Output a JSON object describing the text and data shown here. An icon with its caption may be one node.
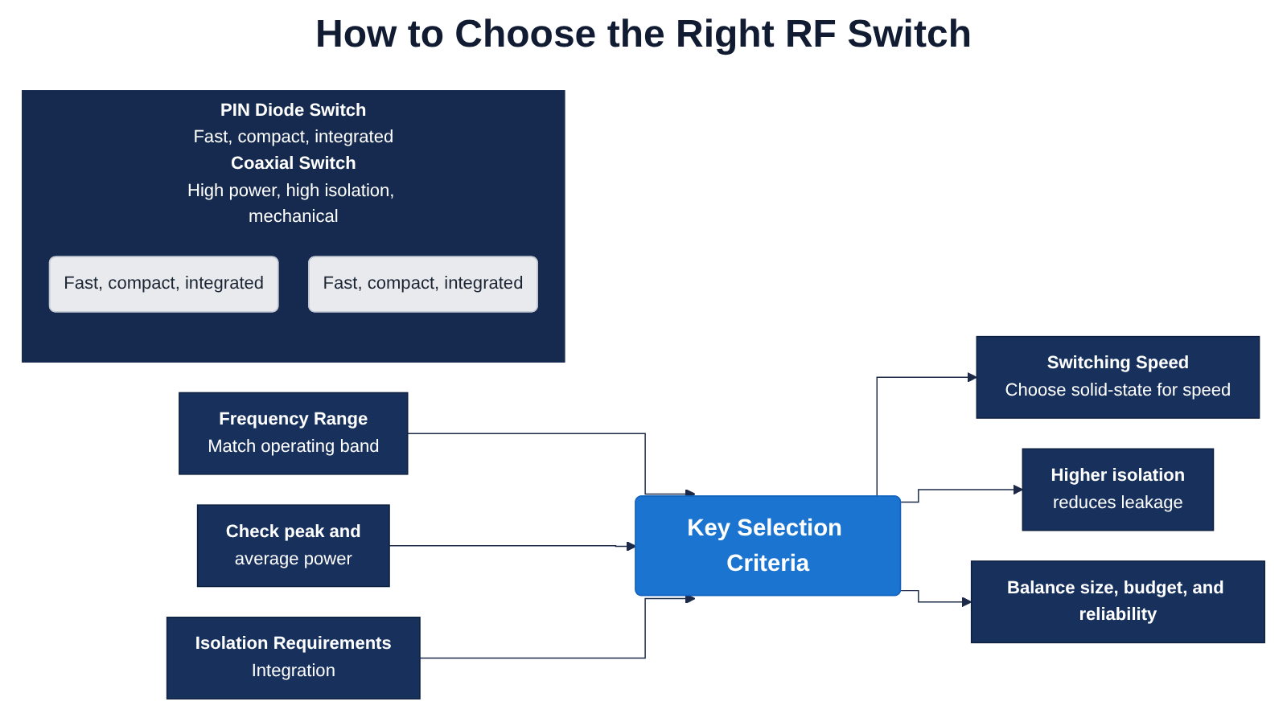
{
  "diagram": {
    "title": "How to Choose the Right RF Switch",
    "nodes": [
      {
        "text": [
          "Frequency Range",
          "Match operating band"
        ]
      },
      {
        "text": [
          "Check peak and",
          "average power"
        ]
      },
      {
        "text": [
          "Isolation Requirements",
          "Integration"
        ]
      },
      {
        "text": [
          "Key Selection Criteria"
        ]
      },
      {
        "text": [
          "Switching Speed",
          "Choose solid-state for speed"
        ]
      },
      {
        "text": [
          "Higher isolation",
          "reduces leakage"
        ]
      },
      {
        "text": [
          "Balance size, budget, and reliability"
        ]
      },
      {
        "text": [
          "PIN Diode Switch",
          "Fast, compact, integrated",
          "Coaxial Switch",
          "High power, high isolation, mechanical"
        ]
      },
      {
        "text": [
          "Fast, compact, integrated"
        ],
        "in": 7
      },
      {
        "text": [
          "Fast, compact, integrated"
        ],
        "in": 7
      }
    ],
    "edges": [
      {
        "from": 0,
        "to": 3,
        "arrow": "to"
      },
      {
        "from": 1,
        "to": 3,
        "arrow": "to"
      },
      {
        "from": 2,
        "to": 3,
        "arrow": "to"
      },
      {
        "from": 3,
        "to": 4,
        "arrow": "to"
      },
      {
        "from": 3,
        "to": 5,
        "arrow": "to"
      },
      {
        "from": 3,
        "to": 6,
        "arrow": "to"
      }
    ]
  }
}
